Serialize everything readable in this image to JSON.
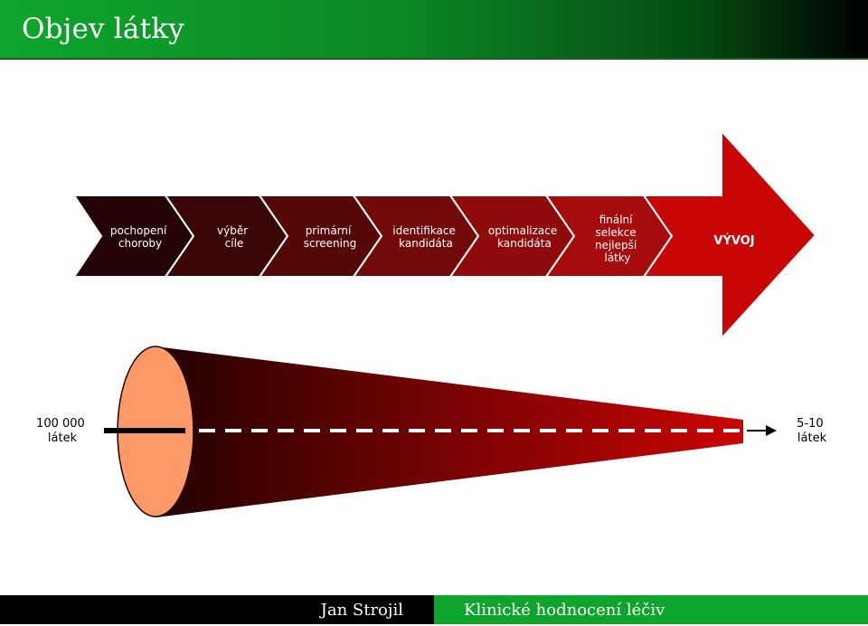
{
  "slide": {
    "title": "Objev látky"
  },
  "pipeline": {
    "stages": [
      {
        "lines": [
          "pochopení",
          "choroby"
        ]
      },
      {
        "lines": [
          "výběr",
          "cíle"
        ]
      },
      {
        "lines": [
          "primární",
          "screening"
        ]
      },
      {
        "lines": [
          "identifikace",
          "kandidáta"
        ]
      },
      {
        "lines": [
          "optimalizace",
          "kandidáta"
        ]
      },
      {
        "lines": [
          "finální",
          "selekce",
          "nejlepší",
          "látky"
        ]
      }
    ],
    "arrow_label": "VÝVOJ",
    "colors": [
      "#240404",
      "#3a0606",
      "#560808",
      "#720a0a",
      "#8f0b0b",
      "#a70c0c",
      "#c90606"
    ]
  },
  "funnel": {
    "start_label": [
      "100 000",
      "látek"
    ],
    "end_label": [
      "5-10",
      "látek"
    ],
    "face_color": "#fc9966",
    "gradient_start": "#1e0202",
    "gradient_end": "#cc0404"
  },
  "footer": {
    "author": "Jan Strojil",
    "course": "Klinické hodnocení léčiv"
  }
}
